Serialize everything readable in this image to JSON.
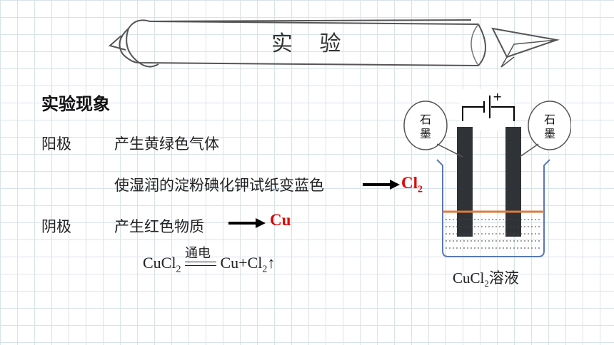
{
  "banner": {
    "title": "实 验"
  },
  "section": {
    "heading": "实验现象",
    "anode": {
      "label": "阳极",
      "phenomenon": "产生黄绿色气体",
      "test": "使湿润的淀粉碘化钾试纸变蓝色",
      "product_main": "Cl",
      "product_sub": "2"
    },
    "cathode": {
      "label": "阴极",
      "phenomenon": "产生红色物质",
      "product": "Cu"
    }
  },
  "equation": {
    "reactant": "CuCl",
    "reactant_sub": "2",
    "condition": "通电",
    "product1": "Cu+Cl",
    "product1_sub": "2",
    "arrow": "↑"
  },
  "apparatus": {
    "left_electrode_label": "石墨",
    "right_electrode_label": "石墨",
    "battery_sign": "+",
    "caption_main": "CuCl",
    "caption_sub": "2",
    "caption_tail": "溶液",
    "colors": {
      "electrode": "#2f3237",
      "liquid_line": "#e07a3b",
      "red_text": "#e00000"
    }
  }
}
